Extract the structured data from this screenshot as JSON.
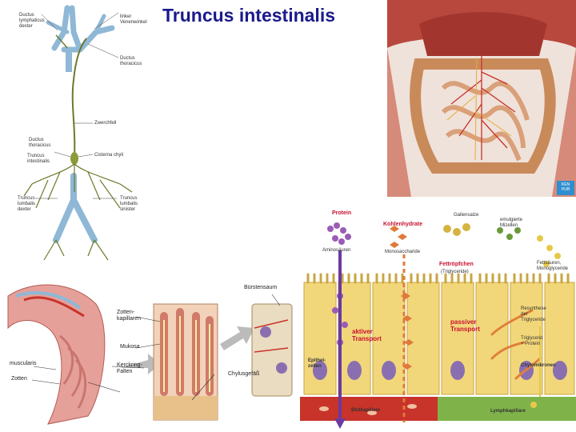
{
  "title": "Truncus intestinalis",
  "lymph_diagram": {
    "labels": {
      "ductus_lymph_dexter": "Ductus\nlymphaticus\ndexter",
      "linker_venenwinkel": "linker\nVenenwinkel",
      "ductus_thoracicus_top": "Ductus\nthoracicus",
      "zwerchfell": "Zwerchfell",
      "ductus_thoracicus": "Ductus\nthoracicus",
      "cisterna_chyli": "Cisterna chyli",
      "truncus_intestinalis": "Truncus\nintestinalis",
      "truncus_lumbalis_dexter": "Truncus\nlumbalis\ndexter",
      "truncus_lumbalis_sinister": "Truncus\nlumbalis\nsinister"
    }
  },
  "abdomen_illustration": {
    "badge": "KEN\nHUB"
  },
  "intestine_diagram": {
    "labels": {
      "buerstensaum": "Bürstensaum",
      "zottenkapillaren": "Zotten-\nkapillaren",
      "mukosa": "Mukosa",
      "kerckring": "Kerckring-\nFalten",
      "chylusgefaess": "Chylusgefäß",
      "muscularis": "muscularis",
      "zotten": "Zotten"
    }
  },
  "absorption_diagram": {
    "labels": {
      "protein": "Protein",
      "kohlenhydrate": "Kohlenhydrate",
      "gallensalze": "Gallensalze",
      "emulgierte_mizellen": "emulgierte\nMizellen",
      "aminosaeuren": "Aminosäuren",
      "monosaccharide": "Monosaccharide",
      "fettroepfchen": "Fettröpfchen",
      "triglyceride": "(Triglyceride)",
      "fettsaeuren": "Fettsäuren,\nMonoglyceride",
      "resynthese": "Resynthese\nder\nTriglyceride",
      "aktiver_transport": "aktiver\nTransport",
      "passiver_transport": "passiver\nTransport",
      "triglycerid_protein": "Triglycerid\n+ Protein",
      "chylomikronen": "Chylomikronen",
      "epithelzellen": "Epithel-\nzellen",
      "blutkapillare": "Blutkapillare",
      "lymphkapillare": "Lymphkapillare"
    }
  },
  "colors": {
    "title": "#1a1a8c",
    "vein": "#8fb8d6",
    "lymph": "#6b7a2a",
    "cell": "#f2d77a",
    "blood": "#c8332a",
    "lymph_vessel": "#7fb34a",
    "protein": "#9b5bb5",
    "carb": "#e07a3a"
  }
}
